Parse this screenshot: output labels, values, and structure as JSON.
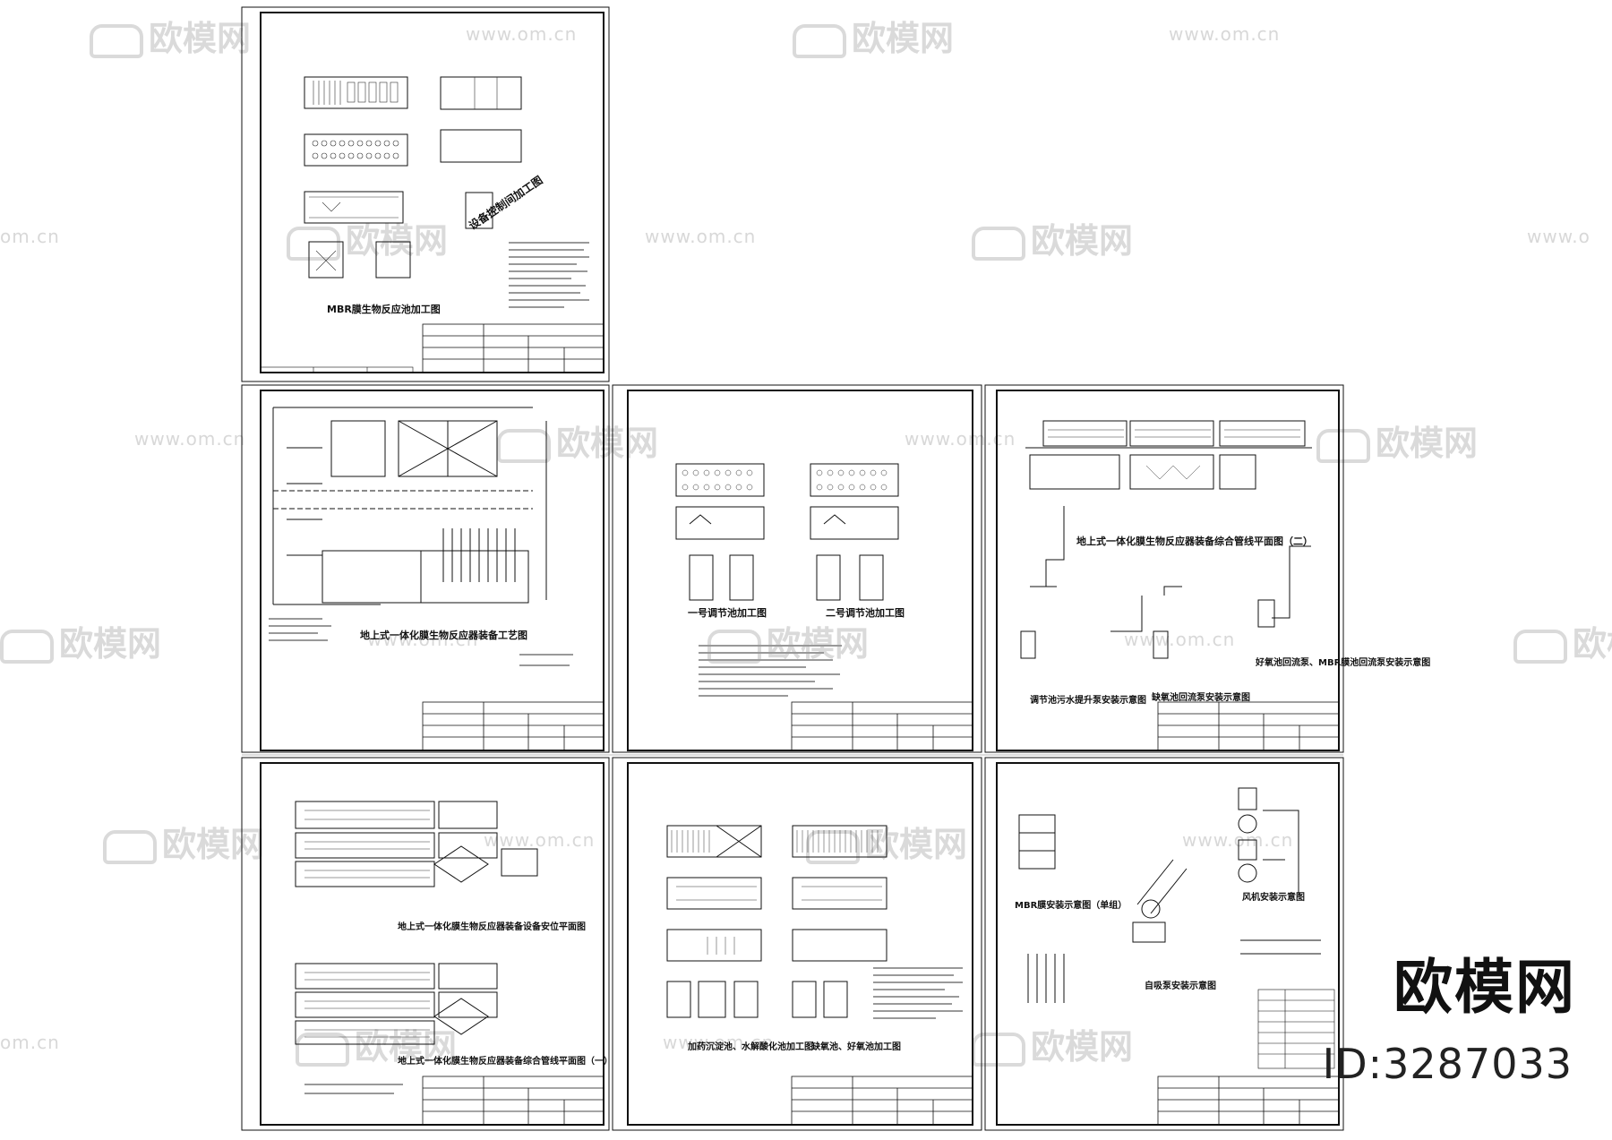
{
  "watermark": {
    "logo_text": "欧模网",
    "url_text": "www.om.cn",
    "url_partial_left": "om.cn",
    "url_partial_right": "www.o"
  },
  "brand": {
    "name": "欧模网",
    "id_text": "ID:3287033"
  },
  "sheets": [
    {
      "id": "sheet-1",
      "titles": [
        "MBR膜生物反应池加工图",
        "设备控制间加工图"
      ]
    },
    {
      "id": "sheet-2",
      "titles": [
        "地上式一体化膜生物反应器装备工艺图"
      ]
    },
    {
      "id": "sheet-3",
      "titles": [
        "一号调节池加工图",
        "二号调节池加工图"
      ]
    },
    {
      "id": "sheet-4",
      "titles": [
        "地上式一体化膜生物反应器装备综合管线平面图（二）",
        "调节池污水提升泵安装示意图",
        "缺氧池回流泵安装示意图",
        "好氧池回流泵、MBR膜池回流泵安装示意图"
      ]
    },
    {
      "id": "sheet-5",
      "titles": [
        "地上式一体化膜生物反应器装备设备安位平面图",
        "地上式一体化膜生物反应器装备综合管线平面图（一）"
      ]
    },
    {
      "id": "sheet-6",
      "titles": [
        "加药沉淀池、水解酸化池加工图",
        "缺氧池、好氧池加工图"
      ]
    },
    {
      "id": "sheet-7",
      "titles": [
        "MBR膜安装示意图（单组）",
        "风机安装示意图",
        "自吸泵安装示意图"
      ]
    }
  ]
}
